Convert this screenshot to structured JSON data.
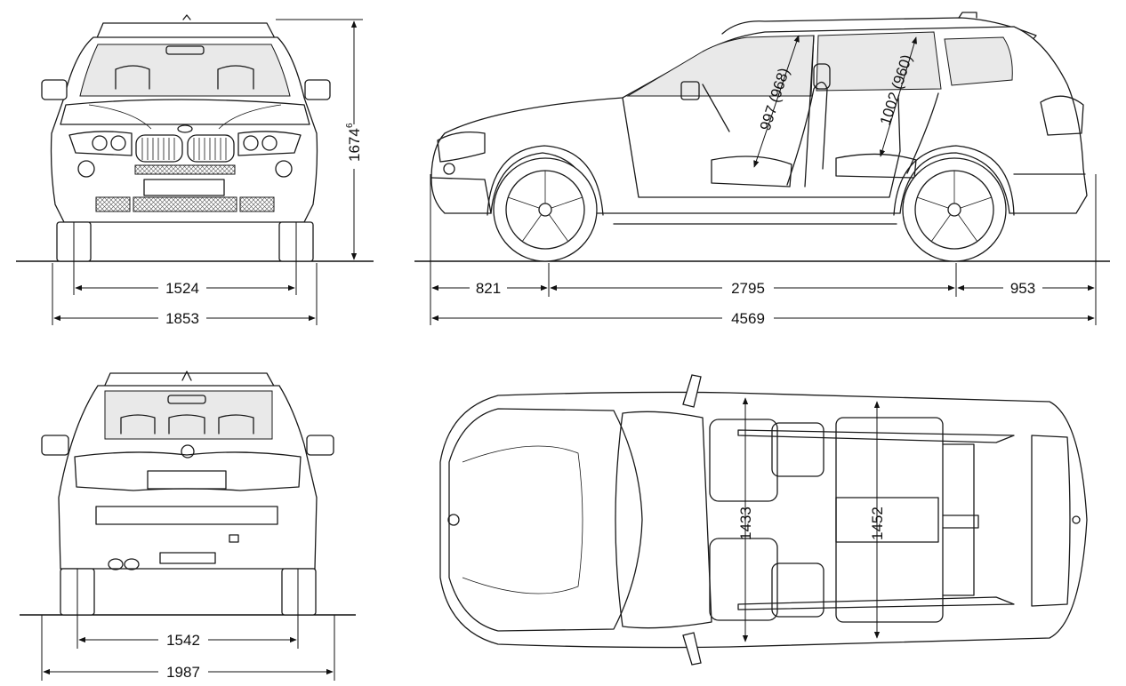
{
  "dimensions": {
    "front_track": "1524",
    "front_width": "1853",
    "height": "1674",
    "height_suffix": "6",
    "front_overhang": "821",
    "wheelbase": "2795",
    "rear_overhang": "953",
    "length": "4569",
    "front_headroom": "997 (968)",
    "rear_headroom": "1002 (960)",
    "rear_track": "1542",
    "rear_width": "1987",
    "front_shoulder": "1433",
    "rear_shoulder": "1452"
  }
}
